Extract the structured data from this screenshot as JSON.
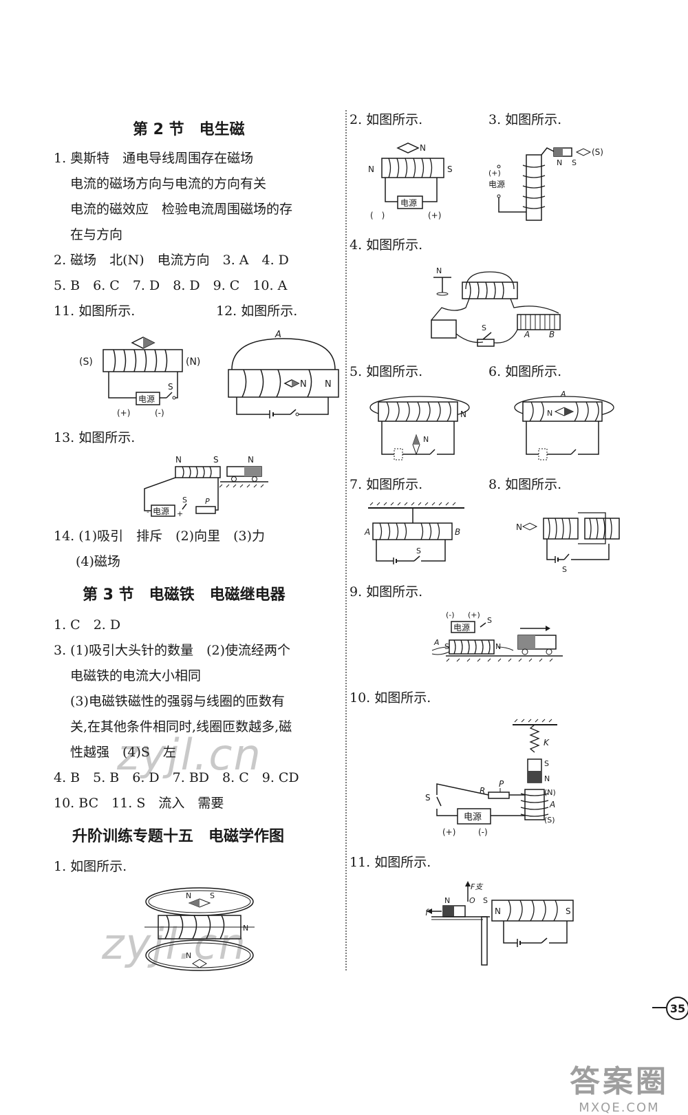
{
  "left": {
    "sec2_title": "第 2 节　电生磁",
    "a1_line1": "1. 奥斯特　通电导线周围存在磁场",
    "a1_line2": "电流的磁场方向与电流的方向有关",
    "a1_line3": "电流的磁效应　检验电流周围磁场的存",
    "a1_line4": "在与方向",
    "a2": "2. 磁场　北(N)　电流方向　3. A　4. D",
    "a5": "5. B　6. C　7. D　8. D　9. C　10. A",
    "a11": "11. 如图所示.",
    "a12": "12. 如图所示.",
    "a13": "13. 如图所示.",
    "a14_line1": "14. (1)吸引　排斥　(2)向里　(3)力",
    "a14_line2": "(4)磁场",
    "sec3_title": "第 3 节　电磁铁　电磁继电器",
    "b1": "1. C　2. D",
    "b3_line1": "3. (1)吸引大头针的数量　(2)使流经两个",
    "b3_line2": "电磁铁的电流大小相同",
    "b3_line3": "(3)电磁铁磁性的强弱与线圈的匝数有",
    "b3_line4": "关,在其他条件相同时,线圈匝数越多,磁",
    "b3_line5": "性越强　(4)S　左",
    "b4": "4. B　5. B　6. D　7. BD　8. C　9. CD",
    "b10": "10. BC　11. S　流入　需要",
    "sec15_title": "升阶训练专题十五　电磁学作图",
    "c1": "1. 如图所示."
  },
  "right": {
    "r2": "2. 如图所示.",
    "r3": "3. 如图所示.",
    "r4": "4. 如图所示.",
    "r5": "5. 如图所示.",
    "r6": "6. 如图所示.",
    "r7": "7. 如图所示.",
    "r8": "8. 如图所示.",
    "r9": "9. 如图所示.",
    "r10": "10. 如图所示.",
    "r11": "11. 如图所示."
  },
  "figure_labels": {
    "N": "N",
    "S": "S",
    "S_paren": "(S)",
    "N_paren": "(N)",
    "A": "A",
    "B": "B",
    "P": "P",
    "R": "R",
    "K": "K",
    "O": "O",
    "f": "f",
    "F_support": "F支",
    "power": "电源",
    "plus": "(+)",
    "minus": "(-)",
    "empty_paren": "(　)",
    "plus_sign": "+",
    "minus_sign": "-"
  },
  "page_number": "35",
  "watermarks": [
    "zyjl.cn",
    "zyjl.cn"
  ],
  "footer_logo": {
    "cn": "答案圈",
    "en": "MXQE.COM"
  }
}
